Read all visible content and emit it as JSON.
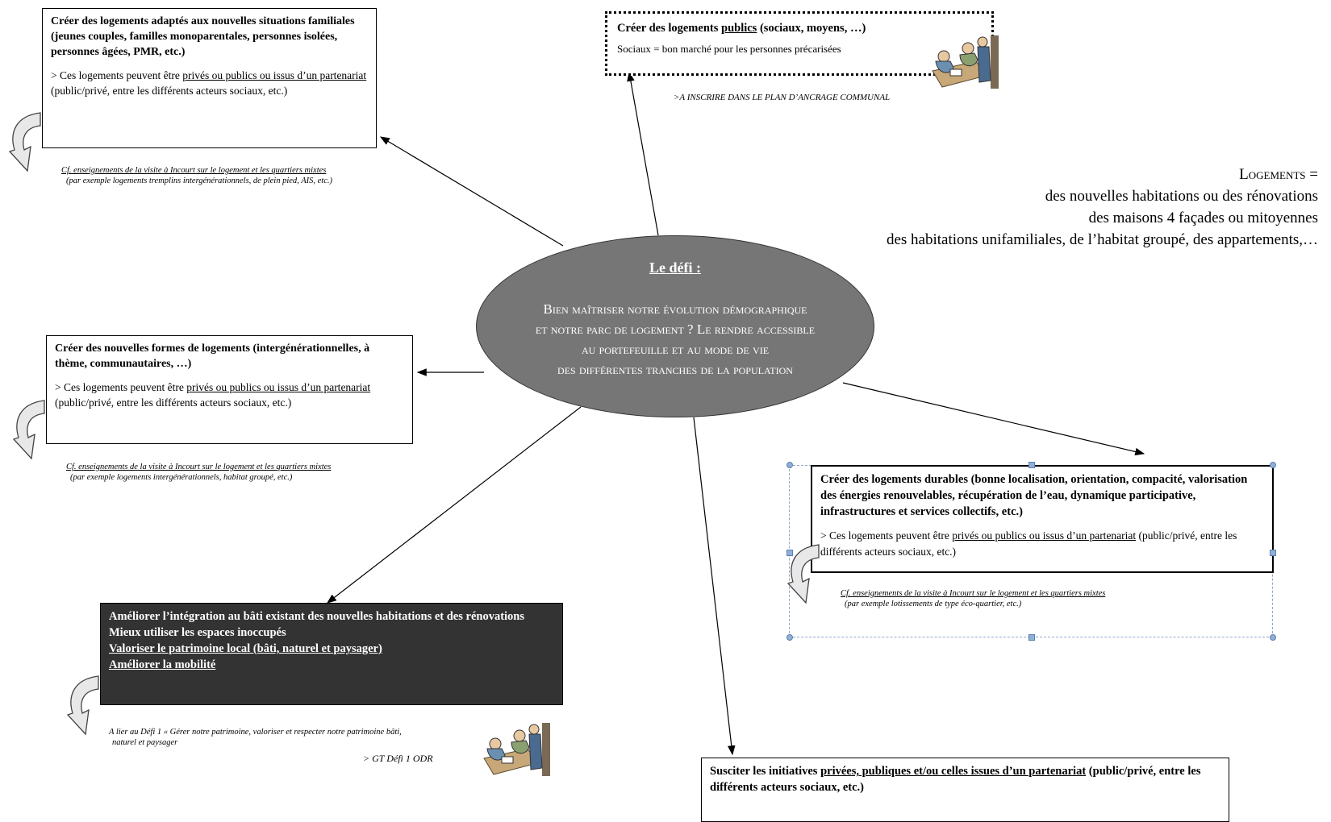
{
  "center": {
    "title": "Le défi :",
    "lines": [
      "Bien maîtriser notre évolution démographique",
      "et notre parc de logement ? Le rendre accessible",
      "au portefeuille et au mode de vie",
      "des différentes tranches de la population"
    ]
  },
  "box_familles": {
    "title": "Créer des logements adaptés aux nouvelles situations familiales (jeunes couples, familles monoparentales, personnes isolées, personnes âgées, PMR, etc.)",
    "body_pre": "> Ces logements peuvent être ",
    "body_link": "privés ou publics ou issus d’un partenariat",
    "body_post": " (public/privé, entre les différents acteurs sociaux, etc.)",
    "note_line1": "Cf. enseignements de la visite à Incourt sur le logement et les quartiers mixtes",
    "note_line2": "(par exemple logements tremplins intergénérationnels, de plein pied, AIS, etc.)"
  },
  "box_publics": {
    "title_pre": "Créer des logements ",
    "title_link": "publics",
    "title_post": " (sociaux, moyens, …)",
    "body": "Sociaux = bon marché pour les personnes précarisées",
    "note": ">A INSCRIRE DANS LE  PLAN D’ANCRAGE  COMMUNAL"
  },
  "logements_def": {
    "heading": "Logements =",
    "line1": "des nouvelles habitations ou des rénovations",
    "line2": "des maisons 4 façades ou mitoyennes",
    "line3": "des habitations unifamiliales, de l’habitat groupé, des appartements,…"
  },
  "box_formes": {
    "title": "Créer des nouvelles formes de logements (intergénérationnelles, à thème, communautaires, …)",
    "body_pre": "> Ces logements peuvent être ",
    "body_link": "privés ou publics ou issus  d’un partenariat",
    "body_post": " (public/privé, entre les différents acteurs sociaux, etc.)",
    "note_line1": "Cf. enseignements de la visite à Incourt sur le logement et les quartiers mixtes",
    "note_line2": "(par exemple logements intergénérationnels, habitat groupé,  etc.)"
  },
  "box_durables": {
    "title": "Créer des logements durables (bonne localisation, orientation, compacité, valorisation des énergies renouvelables, récupération de l’eau, dynamique participative, infrastructures et services collectifs, etc.)",
    "body_pre": "> Ces logements peuvent être ",
    "body_link": "privés ou publics ou issus d’un partenariat",
    "body_post": " (public/privé, entre les différents acteurs sociaux, etc.)",
    "note_line1": "Cf. enseignements de la visite à Incourt sur le logement et les quartiers mixtes",
    "note_line2": "(par exemple lotissements de type éco-quartier, etc.)"
  },
  "box_integration": {
    "line1": "Améliorer l’intégration au bâti existant des nouvelles habitations et des rénovations",
    "line2": "Mieux utiliser les espaces inoccupés",
    "line3": "Valoriser le patrimoine local (bâti, naturel et paysager)",
    "line4": "Améliorer la mobilité",
    "note_line1": "A lier au Défi 1 « Gérer notre patrimoine, valoriser et respecter notre patrimoine bâti,",
    "note_line2": "naturel et paysager",
    "note_gt": "> GT Défi 1 ODR"
  },
  "box_initiatives": {
    "pre": "Susciter les initiatives ",
    "link": "privées, publiques et/ou celles issues d’un partenariat",
    "post": " (public/privé, entre les différents acteurs sociaux, etc.)"
  },
  "colors": {
    "ellipse_fill": "#767676",
    "dark_box": "#333333",
    "handle": "#8fb0d8"
  },
  "icons": [
    "curved-arrow-icon",
    "meeting-clipart-icon"
  ]
}
